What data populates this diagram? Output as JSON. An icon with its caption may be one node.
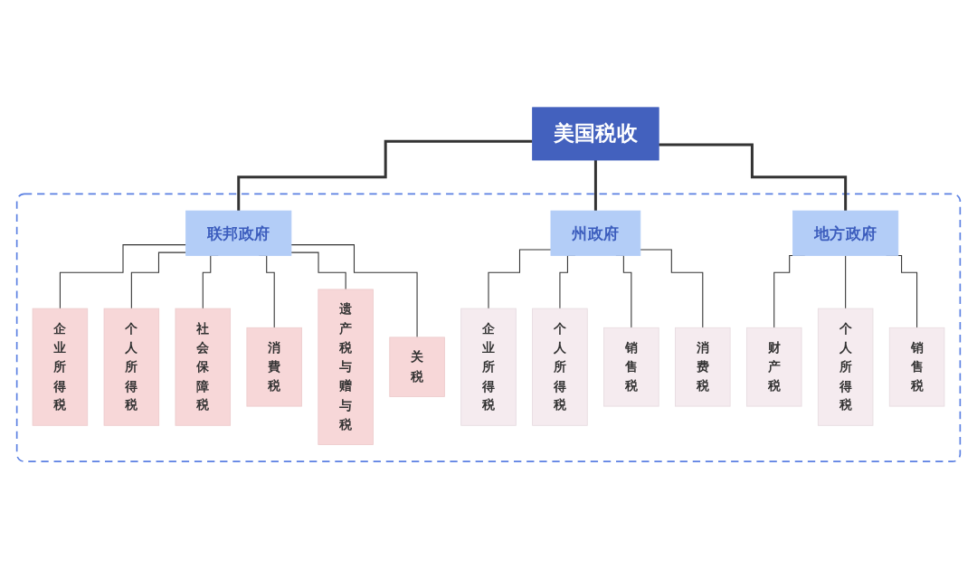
{
  "diagram": {
    "nodes": [
      {
        "text": [
          "美国税收"
        ]
      },
      {
        "text": [],
        "shape": "box"
      },
      {
        "text": [
          "联邦政府"
        ],
        "in": 1
      },
      {
        "text": [
          "州政府"
        ],
        "in": 1
      },
      {
        "text": [
          "地方政府"
        ],
        "in": 1
      },
      {
        "text": [
          "企业所得税"
        ],
        "in": 1
      },
      {
        "text": [
          "个人所得税"
        ],
        "in": 1
      },
      {
        "text": [
          "社会保障税"
        ],
        "in": 1
      },
      {
        "text": [
          "消費税"
        ],
        "in": 1
      },
      {
        "text": [
          "遗产税与赠与税"
        ],
        "in": 1
      },
      {
        "text": [
          "关税"
        ],
        "in": 1
      },
      {
        "text": [
          "企业所得税"
        ],
        "in": 1
      },
      {
        "text": [
          "个人所得税"
        ],
        "in": 1
      },
      {
        "text": [
          "销售税"
        ],
        "in": 1
      },
      {
        "text": [
          "消费税"
        ],
        "in": 1
      },
      {
        "text": [
          "财产税"
        ],
        "in": 1
      },
      {
        "text": [
          "个人所得税"
        ],
        "in": 1
      },
      {
        "text": [
          "销售税"
        ],
        "in": 1
      }
    ],
    "edges": [
      {
        "from": 0,
        "to": 2,
        "arrow": "none",
        "style": "thick"
      },
      {
        "from": 0,
        "to": 3,
        "arrow": "none",
        "style": "thick"
      },
      {
        "from": 0,
        "to": 4,
        "arrow": "none",
        "style": "thick"
      },
      {
        "from": 2,
        "to": 5,
        "arrow": "none"
      },
      {
        "from": 2,
        "to": 6,
        "arrow": "none"
      },
      {
        "from": 2,
        "to": 7,
        "arrow": "none"
      },
      {
        "from": 2,
        "to": 8,
        "arrow": "none"
      },
      {
        "from": 2,
        "to": 9,
        "arrow": "none"
      },
      {
        "from": 2,
        "to": 10,
        "arrow": "none"
      },
      {
        "from": 3,
        "to": 11,
        "arrow": "none"
      },
      {
        "from": 3,
        "to": 12,
        "arrow": "none"
      },
      {
        "from": 3,
        "to": 13,
        "arrow": "none"
      },
      {
        "from": 3,
        "to": 14,
        "arrow": "none"
      },
      {
        "from": 4,
        "to": 15,
        "arrow": "none"
      },
      {
        "from": 4,
        "to": 16,
        "arrow": "none"
      },
      {
        "from": 4,
        "to": 17,
        "arrow": "none"
      }
    ]
  }
}
